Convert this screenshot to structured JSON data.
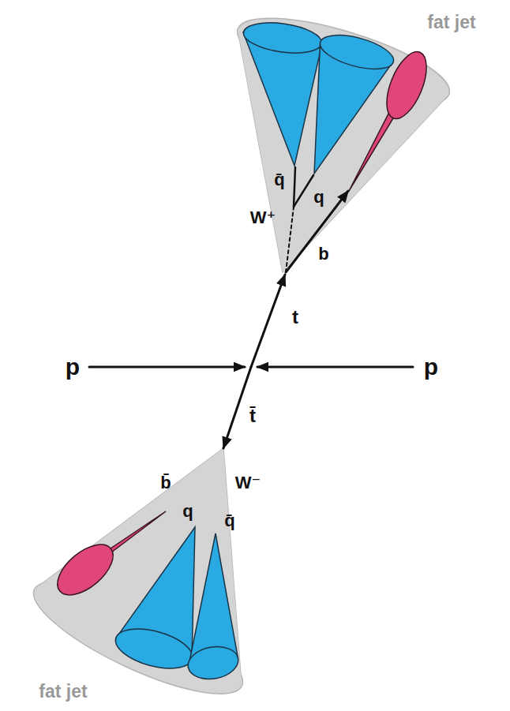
{
  "diagram": {
    "labels": [
      "fat jet",
      "q̄",
      "q",
      "W⁺",
      "b",
      "t",
      "p",
      "p",
      "t̄",
      "b̄",
      "W⁻",
      "q",
      "q̄",
      "fat jet"
    ]
  }
}
